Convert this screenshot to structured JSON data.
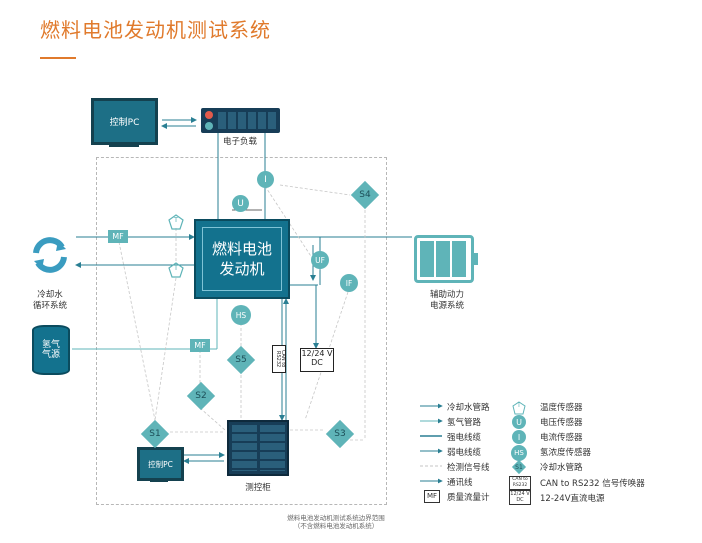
{
  "header": {
    "title": "燃料电池发动机测试系统"
  },
  "colors": {
    "accent": "#e07a2c",
    "teal_dark": "#13728e",
    "teal_light": "#5fb4b8",
    "cooling_line": "#2a7f93"
  },
  "nodes": {
    "control_pc_top": "控制PC",
    "control_pc_bottom": "控制PC",
    "electronic_load": "电子负载",
    "fuel_cell": "燃料电池\n发动机",
    "cooling_system": "冷却水\n循环系统",
    "hydrogen_tank": "氢气\n气源",
    "aux_power": "辅助动力\n电源系统",
    "control_cabinet": "测控柜",
    "dc_supply": "12/24 V\nDC",
    "can_converter": "CAN to RS232"
  },
  "sensors": {
    "mf_top": "MF",
    "mf_mid": "MF",
    "temp_top": "T",
    "temp_mid": "T",
    "voltage": "U",
    "current": "I",
    "uf": "UF",
    "if": "IF",
    "hs": "HS",
    "s1": "S1",
    "s2": "S2",
    "s3": "S3",
    "s4": "S4",
    "s5": "S5"
  },
  "boundary_note": "燃料电池发动机测试系统边界范围\n（不含燃料电池发动机系统）",
  "legend": {
    "left": [
      {
        "label": "冷却水管路",
        "style": "cooling"
      },
      {
        "label": "氢气管路",
        "style": "hydrogen"
      },
      {
        "label": "强电线缆",
        "style": "strong"
      },
      {
        "label": "弱电线缆",
        "style": "weak"
      },
      {
        "label": "检测信号线",
        "style": "signal"
      },
      {
        "label": "通讯线",
        "style": "comm"
      },
      {
        "label": "质量流量计",
        "style": "mf",
        "symbol": "MF"
      }
    ],
    "right": [
      {
        "label": "温度传感器",
        "symbol": "T"
      },
      {
        "label": "电压传感器",
        "symbol": "U"
      },
      {
        "label": "电流传感器",
        "symbol": "I"
      },
      {
        "label": "氢浓度传感器",
        "symbol": "HS"
      },
      {
        "label": "冷却水管路",
        "symbol": "S1"
      },
      {
        "label": "CAN to RS232 信号传唤器",
        "symbol": "CAN to\nRS232"
      },
      {
        "label": "12-24V直流电源",
        "symbol": "12/24 V\nDC"
      }
    ]
  }
}
